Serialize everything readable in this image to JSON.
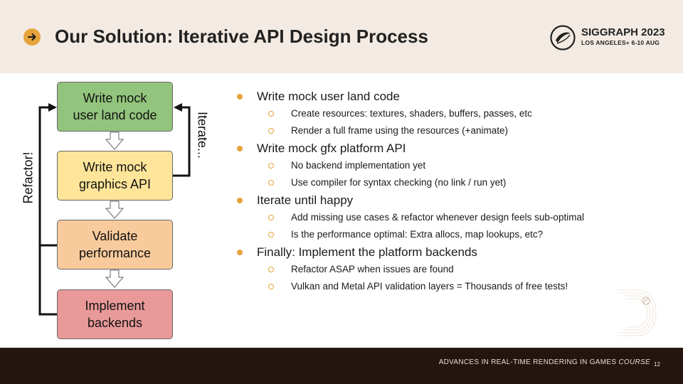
{
  "header": {
    "title": "Our Solution: Iterative API Design Process",
    "logo_main": "SIGGRAPH 2023",
    "logo_sub": "LOS ANGELES+ 6-10 AUG"
  },
  "diagram": {
    "boxes": [
      {
        "label": "Write mock\nuser land code",
        "color": "#93c47d"
      },
      {
        "label": "Write mock\ngraphics API",
        "color": "#ffe599"
      },
      {
        "label": "Validate\nperformance",
        "color": "#f9cb9c"
      },
      {
        "label": "Implement\nbackends",
        "color": "#ea9999"
      }
    ],
    "left_loop_label": "Refactor!",
    "right_loop_label": "Iterate..."
  },
  "bullets": [
    {
      "text": "Write mock user land code",
      "sub": [
        "Create resources: textures, shaders, buffers, passes, etc",
        "Render a full frame using the resources (+animate)"
      ]
    },
    {
      "text": "Write mock gfx platform API",
      "sub": [
        "No backend implementation yet",
        "Use compiler for syntax checking (no link / run yet)"
      ]
    },
    {
      "text": "Iterate until happy",
      "sub": [
        "Add missing use cases & refactor whenever design feels sub-optimal",
        "Is the performance optimal: Extra allocs, map lookups, etc?"
      ]
    },
    {
      "text": "Finally:  Implement the platform backends",
      "sub": [
        "Refactor ASAP when issues are found",
        "Vulkan and Metal API validation layers = Thousands of free tests!"
      ]
    }
  ],
  "footer": {
    "text_main": "ADVANCES IN REAL-TIME  RENDERING  IN GAMES ",
    "text_em": "COURSE",
    "page_number": "12"
  },
  "colors": {
    "accent": "#e5a33b",
    "header_bg": "#f3ebe3",
    "footer_bg": "#24150e"
  }
}
